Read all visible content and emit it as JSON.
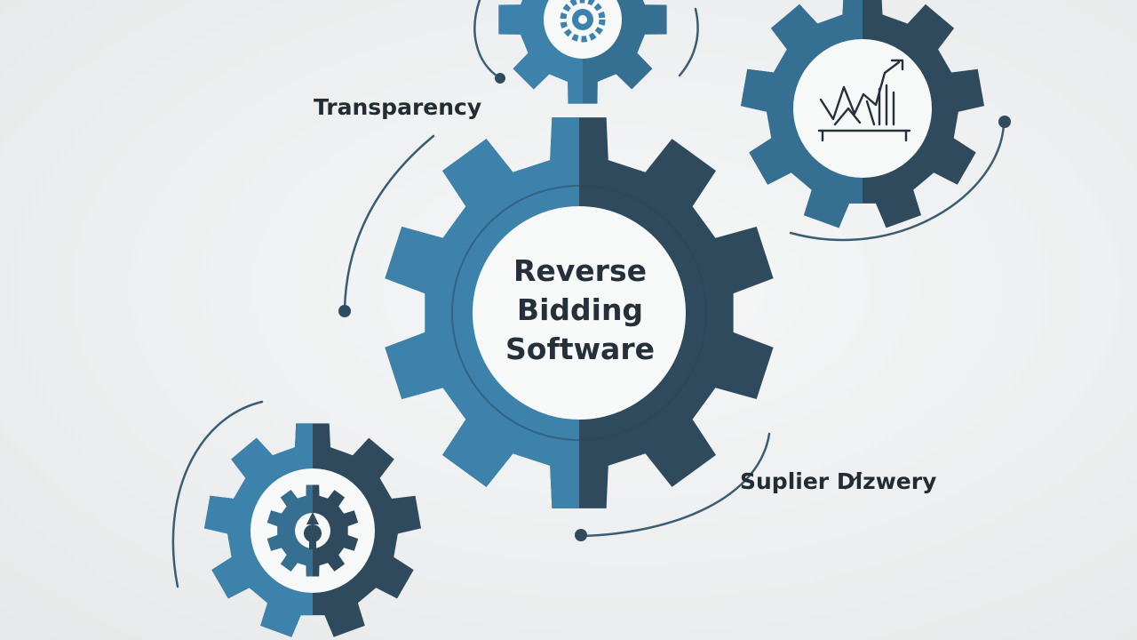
{
  "colors": {
    "background": "#eceeef",
    "gear_dark": "#2e4a5c",
    "gear_light": "#3d82ab",
    "gear_mid": "#356f92",
    "hub": "#f7f8f8",
    "text": "#222c33",
    "connector": "#3a5d72"
  },
  "center_gear": {
    "lines": [
      "Reverse",
      "Bidding",
      "Software"
    ]
  },
  "labels": {
    "transparency": "Transparency",
    "supplier_discovery": "Suplier Dl̸zwery"
  },
  "icons": {
    "top_gear": "gear-icon",
    "right_gear": "line-chart-icon",
    "bottom_left_gear": "gear-pin-icon"
  }
}
